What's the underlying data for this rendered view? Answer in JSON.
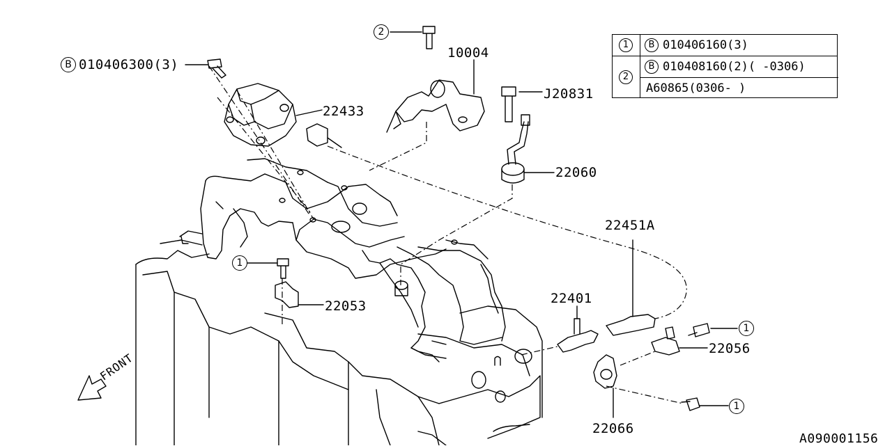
{
  "part_labels": {
    "p10004": "10004",
    "pJ20831": "J20831",
    "p22433": "22433",
    "p22060": "22060",
    "p22451A": "22451A",
    "p22401": "22401",
    "p22053": "22053",
    "p22056": "22056",
    "p22066": "22066",
    "bolt_b_callout": "010406300(3)"
  },
  "callout_markers": {
    "one": "1",
    "two": "2",
    "b": "B"
  },
  "legend": {
    "row1_marker": "1",
    "row1_code": "010406160(3)",
    "row2_marker": "2",
    "row2a_code": "010408160(2)( -0306)",
    "row2b_code": "A60865(0306- )"
  },
  "front_label": "FRONT",
  "diagram_id": "A090001156"
}
